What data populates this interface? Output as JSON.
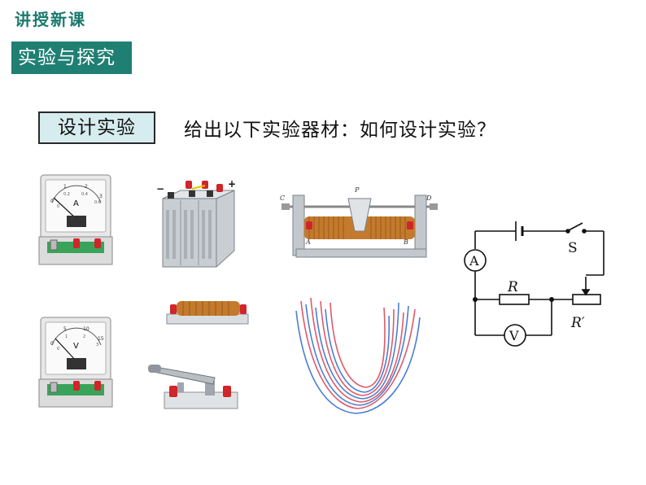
{
  "header": {
    "title": "讲授新课"
  },
  "section": {
    "tag": "实验与探究"
  },
  "main": {
    "design_label": "设计实验",
    "question": "给出以下实验器材：如何设计实验？"
  },
  "ammeter": {
    "unit": "A",
    "ticks_outer": [
      "0",
      "1",
      "2",
      "3"
    ],
    "ticks_inner": [
      "0",
      "0.2",
      "0.4",
      "0.6"
    ]
  },
  "voltmeter": {
    "unit": "V",
    "ticks_outer": [
      "0",
      "5",
      "10",
      "15"
    ],
    "ticks_inner": [
      "0",
      "1",
      "2",
      "3"
    ]
  },
  "battery": {
    "minus": "−",
    "plus": "+"
  },
  "rheostat": {
    "labels": [
      "C",
      "P",
      "D",
      "A",
      "B"
    ]
  },
  "circuit": {
    "ammeter_symbol": "A",
    "voltmeter_symbol": "V",
    "switch_label": "S",
    "resistor_label": "R",
    "rheostat_label": "R′"
  },
  "colors": {
    "header": "#1a7a6e",
    "section_bg": "#1f7f73",
    "design_box_bg": "#d6ecef",
    "coil": "#c47a2c",
    "terminal_red": "#d0252a",
    "base_green": "#3aa35a"
  }
}
